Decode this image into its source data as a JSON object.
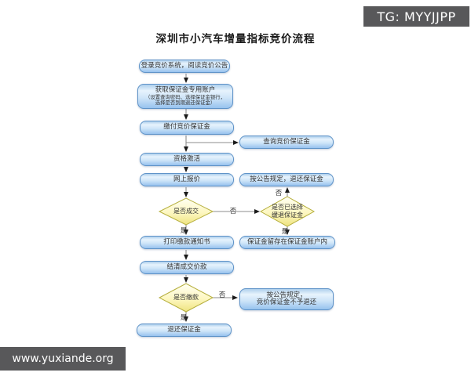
{
  "badge_tg": {
    "text": "TG: MYYJJPP",
    "bg": "#58585a",
    "fg": "#ffffff"
  },
  "watermark": {
    "text": "www.yuxiande.org",
    "bg": "#58585a",
    "fg": "#ffffff"
  },
  "flowchart": {
    "title": "深圳市小汽车增量指标竞价流程",
    "colors": {
      "box_border": "#5f93c8",
      "box_fill_light": "#e7f3fd",
      "box_fill_dark": "#97c2ee",
      "diamond_border": "#b5ae3c",
      "diamond_fill_light": "#fffff0",
      "diamond_fill_dark": "#eee37f",
      "arrow_line": "#8c8c8c",
      "arrow_head": "#1a1a1a",
      "text": "#333333"
    },
    "nodes": {
      "login": {
        "label": "登录竞价系统，阅读竞价公告"
      },
      "account": {
        "label": "获取保证金专用账户",
        "sub1": "（设置查询密码、选择保证金银行，",
        "sub2": "选择是否到期退还保证金）"
      },
      "pay_deposit": {
        "label": "缴付竞价保证金"
      },
      "query_deposit": {
        "label": "查询竞价保证金"
      },
      "activate": {
        "label": "资格激活"
      },
      "online_bid": {
        "label": "网上报价"
      },
      "refund_by_rule": {
        "label": "按公告规定，退还保证金"
      },
      "deal_decision": {
        "label": "是否成交"
      },
      "deferred_decision": {
        "line1": "是否已选择",
        "line2": "缓退保证金"
      },
      "keep_deposit": {
        "label": "保证金留存在保证金账户内"
      },
      "print_notice": {
        "label": "打印缴款通知书"
      },
      "settle_payment": {
        "label": "结清成交价款"
      },
      "payment_decision": {
        "label": "是否缴款"
      },
      "no_refund": {
        "line1": "按公告规定，",
        "line2": "竞价保证金不予退还"
      },
      "refund": {
        "label": "退还保证金"
      }
    },
    "edge_labels": {
      "yes": "是",
      "no": "否"
    }
  }
}
